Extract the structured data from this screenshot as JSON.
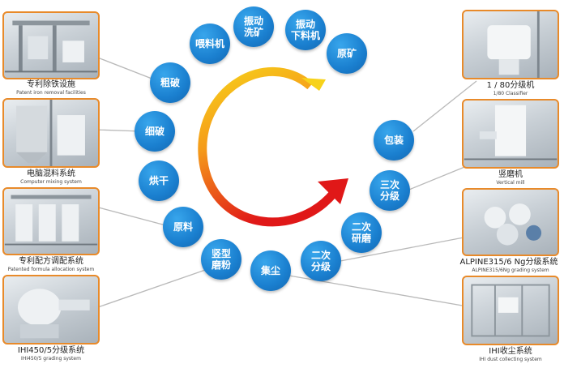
{
  "steps": [
    {
      "id": "feeder",
      "label": "喂料机"
    },
    {
      "id": "vibrating-wash",
      "label": "振动\n洗矿"
    },
    {
      "id": "vibrating-feeder",
      "label": "振动\n下料机"
    },
    {
      "id": "raw-ore",
      "label": "原矿"
    },
    {
      "id": "coarse-crush",
      "label": "粗破"
    },
    {
      "id": "fine-crush",
      "label": "细破"
    },
    {
      "id": "drying",
      "label": "烘干"
    },
    {
      "id": "raw-material",
      "label": "原料"
    },
    {
      "id": "vertical-mill",
      "label": "竖型\n磨粉"
    },
    {
      "id": "dust-collect",
      "label": "集尘"
    },
    {
      "id": "secondary-grading",
      "label": "二次\n分级"
    },
    {
      "id": "secondary-grinding",
      "label": "二次\n研磨"
    },
    {
      "id": "tertiary-grading",
      "label": "三次\n分级"
    },
    {
      "id": "packaging",
      "label": "包装"
    }
  ],
  "left_photos": [
    {
      "caption_cn": "专利除铁设施",
      "caption_en": "Patent iron removal facilities"
    },
    {
      "caption_cn": "电脑混料系统",
      "caption_en": "Computer mixing system"
    },
    {
      "caption_cn": "专利配方调配系统",
      "caption_en": "Patented formula allocation system"
    },
    {
      "caption_cn": "IHI450/5分级系统",
      "caption_en": "IHI450/5 grading system"
    }
  ],
  "right_photos": [
    {
      "caption_cn": "1 / 80分级机",
      "caption_en": "1/80 Classifier"
    },
    {
      "caption_cn": "竖磨机",
      "caption_en": "Vertical mill"
    },
    {
      "caption_cn": "ALPINE315/6 Ng分级系统",
      "caption_en": "ALPINE315/6Ng grading system"
    },
    {
      "caption_cn": "IHI收尘系统",
      "caption_en": "IHI dust collecting system"
    }
  ],
  "colors": {
    "circle": "#1a7fcf",
    "photo_border": "#e88a2a",
    "arrow_start": "#f7d21a",
    "arrow_end": "#e01818"
  }
}
